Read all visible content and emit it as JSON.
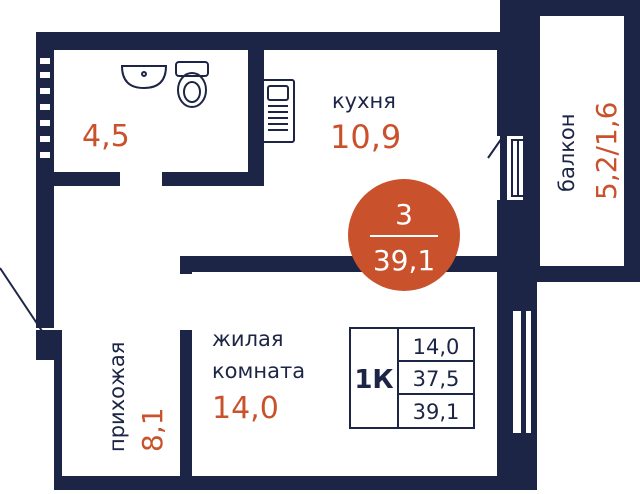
{
  "colors": {
    "wall": "#1c2546",
    "accent": "#c9522d",
    "text_dark": "#1c2546",
    "background": "#ffffff"
  },
  "rooms": {
    "bathroom": {
      "area": "4,5"
    },
    "kitchen": {
      "name": "кухня",
      "area": "10,9"
    },
    "balcony": {
      "name": "балкон",
      "area": "5,2/1,6"
    },
    "hallway": {
      "name": "прихожая",
      "area": "8,1"
    },
    "living": {
      "name_line1": "жилая",
      "name_line2": "комната",
      "area": "14,0"
    }
  },
  "badge": {
    "floor": "3",
    "total": "39,1"
  },
  "summary": {
    "type": "1К",
    "living_area": "14,0",
    "kitchen_area": "37,5",
    "total_area": "39,1"
  },
  "icons": {
    "sink": "sink-icon",
    "toilet": "toilet-icon",
    "stove": "stove-icon"
  }
}
